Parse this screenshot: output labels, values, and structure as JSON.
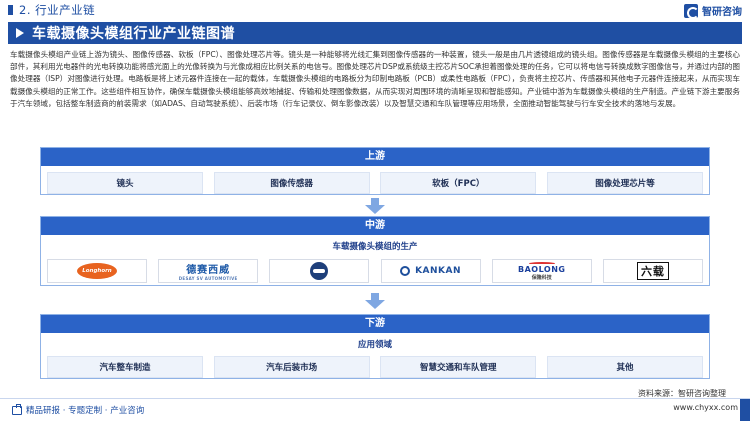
{
  "header": {
    "section": "2. 行业产业链",
    "brand": "智研咨询"
  },
  "title": "车载摄像头模组行业产业链图谱",
  "intro": "车载摄像头模组产业链上游为镜头、图像传感器、软板（FPC）、图像处理芯片等。镜头是一种能够将光线汇集到图像传感器的一种装置，镜头一般是由几片透镜组成的镜头组。图像传感器是车载摄像头模组的主要核心部件，其利用光电器件的光电转换功能将感光面上的光像转换为与光像成相应比例关系的电信号。图像处理芯片DSP或系统级主控芯片SOC承担着图像处理的任务，它可以将电信号转换成数字图像信号，并通过内部的图像处理器（ISP）对图像进行处理。电路板是将上述元器件连接在一起的载体，车载摄像头模组的电路板分为印制电路板（PCB）或柔性电路板（FPC），负责将主控芯片、传感器和其他电子元器件连接起来，从而实现车载摄像头模组的正常工作。这些组件相互协作，确保车载摄像头模组能够高效地捕捉、传输和处理图像数据，从而实现对周围环境的清晰呈现和智能感知。产业链中游为车载摄像头模组的生产制造。产业链下游主要服务于汽车领域，包括整车制造商的前装需求（如ADAS、自动驾驶系统）、后装市场（行车记录仪、倒车影像改装）以及智慧交通和车队管理等应用场景，全面推动智能驾驶与行车安全技术的落地与发展。",
  "upstream": {
    "label": "上游",
    "items": [
      "镜头",
      "图像传感器",
      "软板（FPC）",
      "图像处理芯片等"
    ]
  },
  "midstream": {
    "label": "中游",
    "subtitle": "车载摄像头模组的生产",
    "companies": {
      "longhorn": "Longhorn",
      "desay_cn": "德赛西威",
      "desay_en": "DESAY SV AUTOMOTIVE",
      "kankan": "KANKAN",
      "baolong_en": "BAOLONG",
      "baolong_cn": "保隆科技",
      "sixth": "六载"
    }
  },
  "downstream": {
    "label": "下游",
    "subtitle": "应用领域",
    "items": [
      "汽车整车制造",
      "汽车后装市场",
      "智慧交通和车队管理",
      "其他"
    ]
  },
  "source": "资料来源：智研咨询整理",
  "footer": {
    "left": "精品研报 · 专题定制 · 产业咨询",
    "right": "www.chyxx.com"
  },
  "colors": {
    "brand_blue": "#1f4fa3",
    "tier_head": "#2b63c7",
    "cell_bg": "#eef3fb"
  }
}
